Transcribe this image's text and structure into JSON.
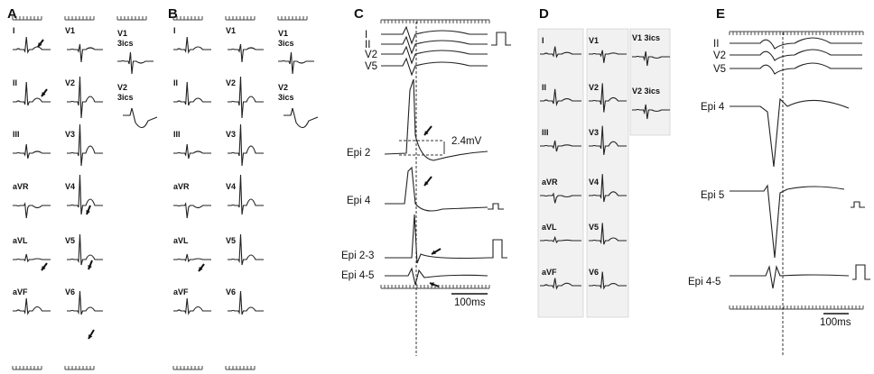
{
  "panels": {
    "A": {
      "label": "A",
      "leads_left": [
        "I",
        "II",
        "III",
        "aVR",
        "aVL",
        "aVF"
      ],
      "leads_mid": [
        "V1",
        "V2",
        "V3",
        "V4",
        "V5",
        "V6"
      ],
      "leads_right": [
        "V1\n3ics",
        "V2\n3ics"
      ]
    },
    "B": {
      "label": "B",
      "leads_left": [
        "I",
        "II",
        "III",
        "aVR",
        "aVL",
        "aVF"
      ],
      "leads_mid": [
        "V1",
        "V2",
        "V3",
        "V4",
        "V5",
        "V6"
      ],
      "leads_right": [
        "V1\n3ics",
        "V2\n3ics"
      ]
    },
    "C": {
      "label": "C",
      "surface_leads": [
        "I",
        "II",
        "V2",
        "V5"
      ],
      "epi_labels": [
        "Epi 2",
        "Epi 4",
        "Epi 2-3",
        "Epi 4-5"
      ],
      "amplitude": "2.4mV",
      "scale": "100ms"
    },
    "D": {
      "label": "D",
      "leads_left": [
        "I",
        "II",
        "III",
        "aVR",
        "aVL",
        "aVF"
      ],
      "leads_mid": [
        "V1",
        "V2",
        "V3",
        "V4",
        "V5",
        "V6"
      ],
      "leads_right": [
        "V1 3ics",
        "V2 3ics"
      ]
    },
    "E": {
      "label": "E",
      "surface_leads": [
        "II",
        "V2",
        "V5"
      ],
      "epi_labels": [
        "Epi 4",
        "Epi 5",
        "Epi 4-5"
      ],
      "scale": "100ms"
    }
  }
}
